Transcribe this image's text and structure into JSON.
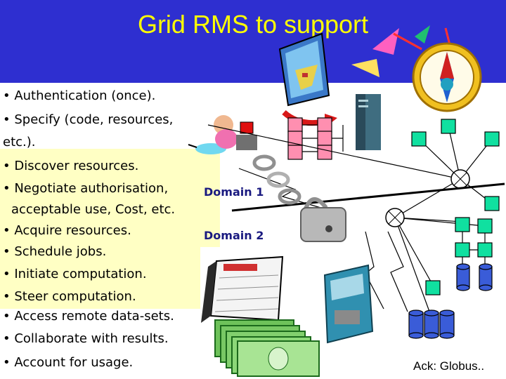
{
  "slide": {
    "title": "Grid RMS to support",
    "bullets": [
      "• Authentication (once).",
      "• Specify (code, resources,",
      "etc.).",
      "• Discover resources.",
      "• Negotiate authorisation,",
      "acceptable use, Cost, etc.",
      "• Acquire resources.",
      "• Schedule jobs.",
      "• Initiate computation.",
      "• Steer computation.",
      "• Access remote data-sets.",
      "• Collaborate with results.",
      "• Account for usage."
    ],
    "domain1": "Domain 1",
    "domain2": "Domain 2",
    "ack": "Ack: Globus.."
  },
  "colors": {
    "title_bar": "#2e2fd0",
    "title_text": "#ffff00",
    "highlight": "#ffffc4",
    "node_pink": "#ff8fb0",
    "node_teal": "#10e0a0",
    "disk_blue": "#3a5cd8"
  },
  "icons": [
    "door-icon",
    "compass-icon",
    "user-at-computer-icon",
    "server-tower-icon",
    "chain-lock-icon",
    "calendar-icon",
    "atm-machine-icon",
    "money-stack-icon",
    "router-icon",
    "database-icon"
  ]
}
